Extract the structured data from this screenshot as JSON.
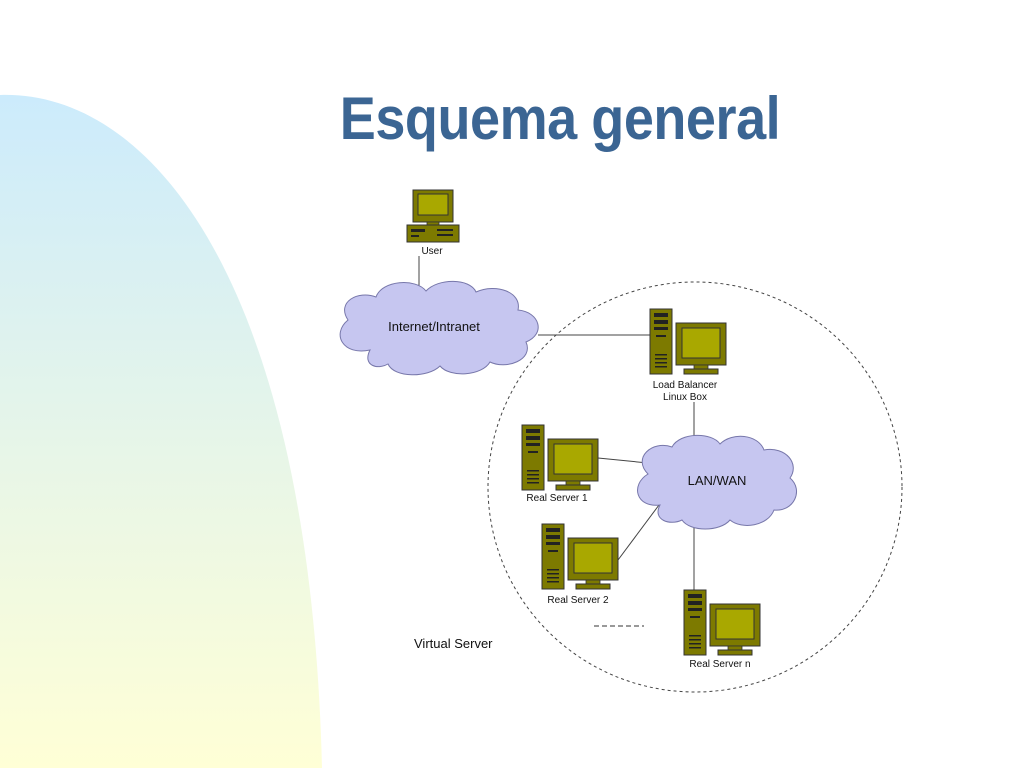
{
  "slide": {
    "title": "Esquema general",
    "background_gradient": [
      "#CCEBFC",
      "#FFFFD6"
    ]
  },
  "diagram": {
    "nodes": {
      "user": "User",
      "internet": "Internet/Intranet",
      "load_balancer": [
        "Load Balancer",
        "Linux Box"
      ],
      "lan": "LAN/WAN",
      "real_server_1": "Real Server 1",
      "real_server_2": "Real Server 2",
      "real_server_n": "Real Server n"
    },
    "group_label": "Virtual Server",
    "colors": {
      "cloud_fill": "#C6C6F0",
      "cloud_stroke": "#7777AA",
      "computer_body": "#7D7A00",
      "computer_screen": "#A9A800"
    },
    "icons": [
      "desktop-computer-icon",
      "tower-server-icon",
      "cloud-icon"
    ]
  }
}
